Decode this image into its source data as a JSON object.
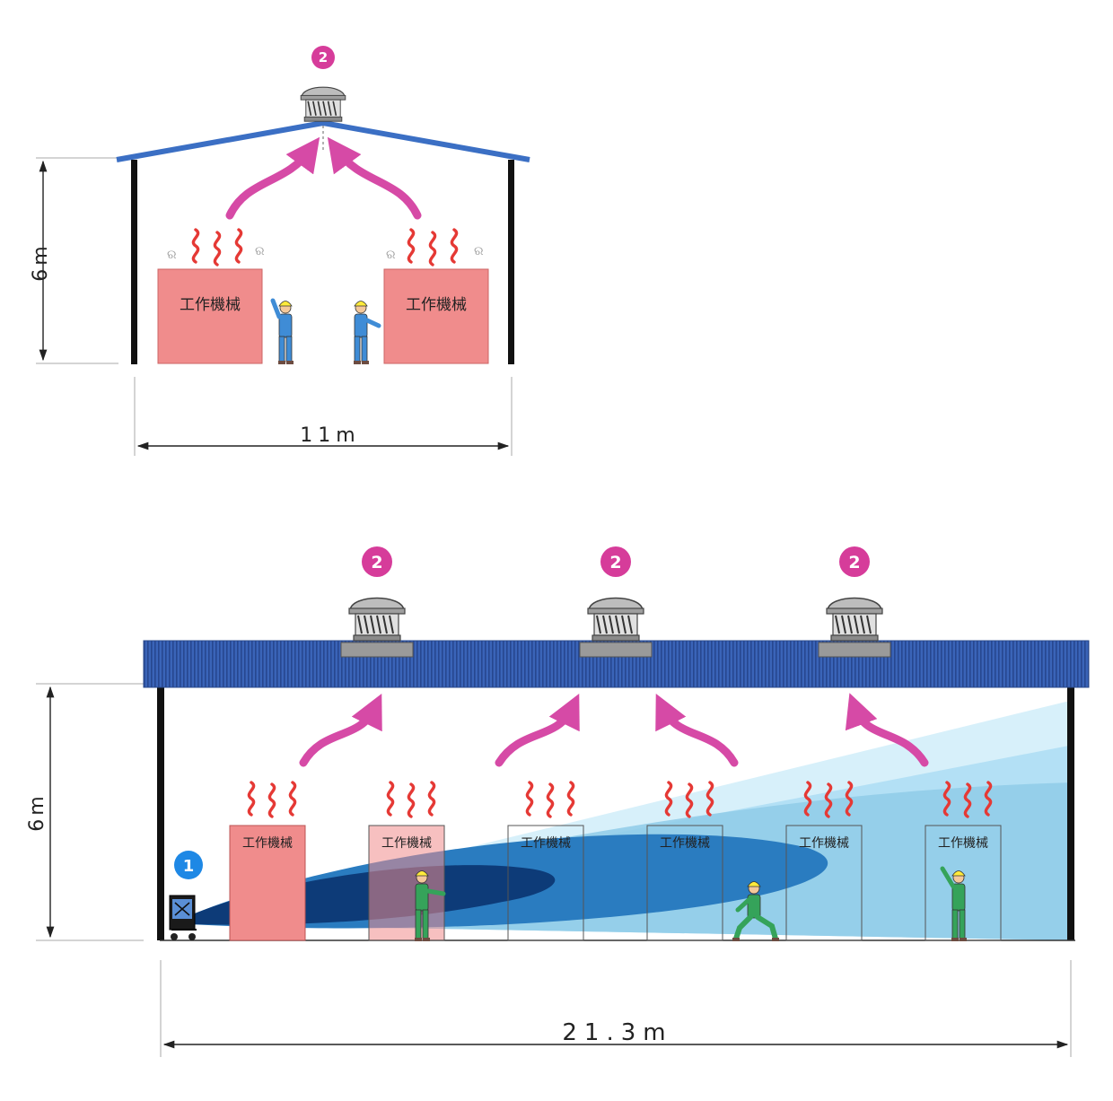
{
  "top_section": {
    "height_label": "6m",
    "width_label": "11m",
    "fan_badge": "2",
    "machines": [
      "工作機械",
      "工作機械"
    ]
  },
  "bottom_section": {
    "height_label": "6m",
    "width_label": "21.3m",
    "blower_badge": "1",
    "fan_badges": [
      "2",
      "2",
      "2"
    ],
    "machines": [
      "工作機械",
      "工作機械",
      "工作機械",
      "工作機械",
      "工作機械",
      "工作機械"
    ]
  },
  "colors": {
    "roof_blue": "#3b6fc4",
    "arrow_magenta": "#d64aa6",
    "badge_magenta": "#d63c9a",
    "badge_blue": "#1e88e5",
    "machine_pink": "#f08c8c",
    "heat_red": "#e53935",
    "air_dark": "#0d3b78",
    "air_light": "#bfe6f7"
  }
}
